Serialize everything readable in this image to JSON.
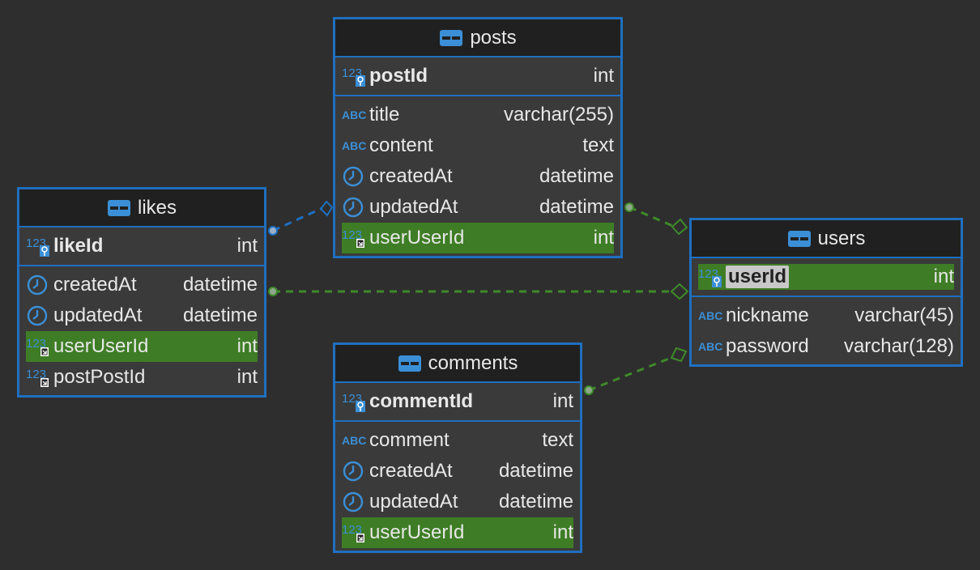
{
  "colors": {
    "background": "#2e2e2e",
    "border": "#1f6fc0",
    "header_bg": "#202020",
    "fk_highlight": "#3e7d25",
    "link_blue": "#1f6fc0",
    "link_green": "#3e8a2a"
  },
  "entities": {
    "posts": {
      "title": "posts",
      "pk": {
        "name": "postId",
        "type": "int",
        "icon": "numeric-key-icon"
      },
      "columns": [
        {
          "name": "title",
          "type": "varchar(255)",
          "icon": "text-icon"
        },
        {
          "name": "content",
          "type": "text",
          "icon": "text-icon"
        },
        {
          "name": "createdAt",
          "type": "datetime",
          "icon": "clock-icon"
        },
        {
          "name": "updatedAt",
          "type": "datetime",
          "icon": "clock-icon"
        },
        {
          "name": "userUserId",
          "type": "int",
          "icon": "numeric-fk-icon",
          "highlight": true
        }
      ]
    },
    "likes": {
      "title": "likes",
      "pk": {
        "name": "likeId",
        "type": "int",
        "icon": "numeric-key-icon"
      },
      "columns": [
        {
          "name": "createdAt",
          "type": "datetime",
          "icon": "clock-icon"
        },
        {
          "name": "updatedAt",
          "type": "datetime",
          "icon": "clock-icon"
        },
        {
          "name": "userUserId",
          "type": "int",
          "icon": "numeric-fk-icon",
          "highlight": true
        },
        {
          "name": "postPostId",
          "type": "int",
          "icon": "numeric-fk-icon"
        }
      ]
    },
    "users": {
      "title": "users",
      "pk": {
        "name": "userId",
        "type": "int",
        "icon": "numeric-key-icon",
        "highlight": true,
        "selected": true
      },
      "columns": [
        {
          "name": "nickname",
          "type": "varchar(45)",
          "icon": "text-icon"
        },
        {
          "name": "password",
          "type": "varchar(128)",
          "icon": "text-icon"
        }
      ]
    },
    "comments": {
      "title": "comments",
      "pk": {
        "name": "commentId",
        "type": "int",
        "icon": "numeric-key-icon"
      },
      "columns": [
        {
          "name": "comment",
          "type": "text",
          "icon": "text-icon"
        },
        {
          "name": "createdAt",
          "type": "datetime",
          "icon": "clock-icon"
        },
        {
          "name": "updatedAt",
          "type": "datetime",
          "icon": "clock-icon"
        },
        {
          "name": "userUserId",
          "type": "int",
          "icon": "numeric-fk-icon",
          "highlight": true
        }
      ]
    }
  },
  "relationships": [
    {
      "from": "likes",
      "to": "posts",
      "color": "blue"
    },
    {
      "from": "posts",
      "to": "users",
      "color": "green"
    },
    {
      "from": "likes",
      "to": "users",
      "color": "green"
    },
    {
      "from": "comments",
      "to": "users",
      "color": "green"
    }
  ]
}
